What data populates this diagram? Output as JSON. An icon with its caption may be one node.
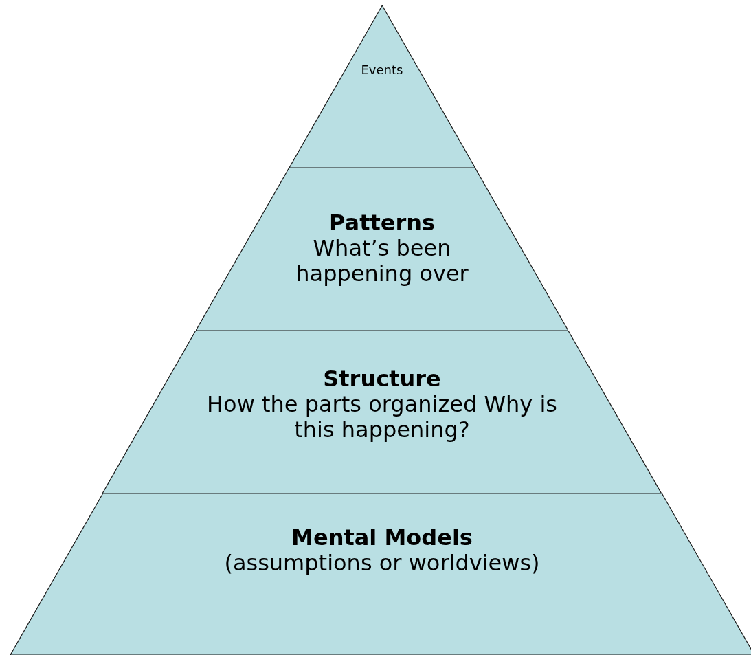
{
  "diagram": {
    "nodes": [
      {
        "text": [
          "Events"
        ]
      },
      {
        "text": [
          "Patterns",
          "What’s been happening over"
        ]
      },
      {
        "text": [
          "Structure",
          "How the parts organized Why is this happening?"
        ]
      },
      {
        "text": [
          "Mental Models",
          "(assumptions or worldviews)"
        ]
      }
    ],
    "edges": []
  }
}
